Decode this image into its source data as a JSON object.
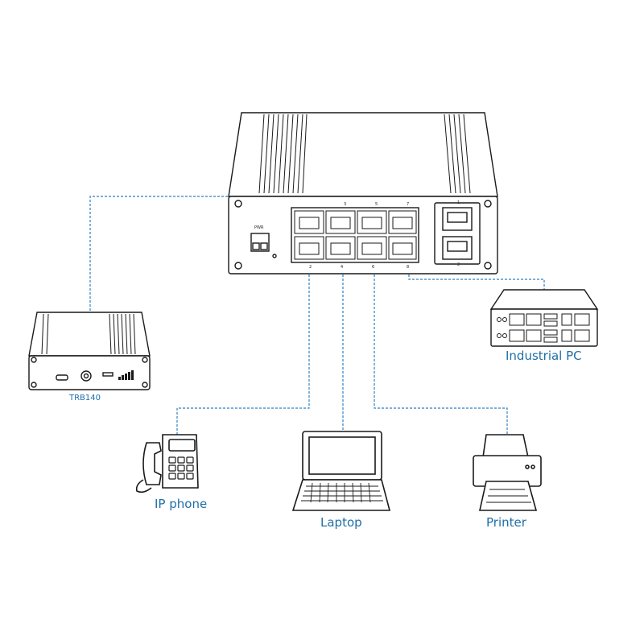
{
  "colors": {
    "link_line": "#2f7fc1",
    "label": "#1e6fa8",
    "stroke": "#1a1a1a"
  },
  "switch": {
    "pwr_label": "PWR",
    "port_label_top": [
      "3",
      "5",
      "7"
    ],
    "port_label_bottom": [
      "2",
      "4",
      "6",
      "8"
    ],
    "sfp_label_top": "1",
    "sfp_label_bottom": "2"
  },
  "devices": {
    "router": {
      "label": "TRB140",
      "icon": "router-icon"
    },
    "industrial_pc": {
      "label": "Industrial PC",
      "icon": "industrial-pc-icon"
    },
    "ip_phone": {
      "label": "IP phone",
      "icon": "ip-phone-icon"
    },
    "laptop": {
      "label": "Laptop",
      "icon": "laptop-icon"
    },
    "printer": {
      "label": "Printer",
      "icon": "printer-icon"
    }
  }
}
